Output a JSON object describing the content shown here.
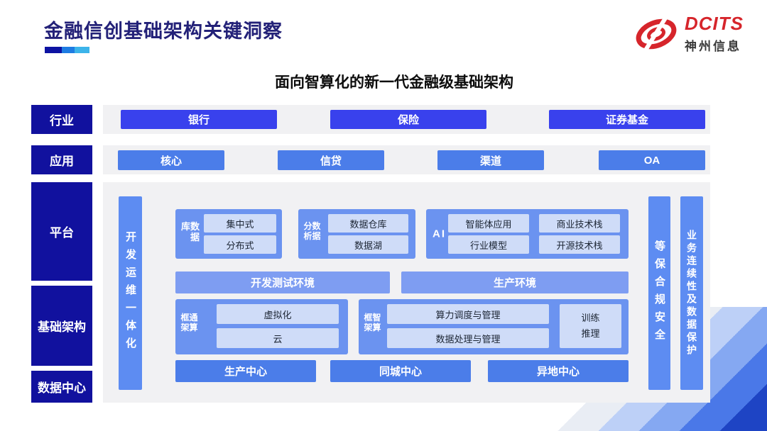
{
  "slide": {
    "title": "金融信创基础架构关键洞察",
    "subtitle": "面向智算化的新一代金融级基础架构",
    "logo": {
      "brand": "DCITS",
      "company": "神州信息"
    }
  },
  "industry_row": {
    "label": "行业",
    "items": [
      "银行",
      "保险",
      "证券基金"
    ]
  },
  "application_row": {
    "label": "应用",
    "items": [
      "核心",
      "信贷",
      "渠道",
      "OA"
    ]
  },
  "side_labels": {
    "platform": "平台",
    "infrastructure": "基础架构",
    "datacenter": "数据中心"
  },
  "pillars": {
    "devops": "开发运维一体化",
    "security": "等保合规安全",
    "continuity": "业务连续性及数据保护"
  },
  "platform_layer": {
    "database": {
      "label": "数据库",
      "items": [
        "集中式",
        "分布式"
      ]
    },
    "analytics": {
      "label": "数据分析",
      "items": [
        "数据仓库",
        "数据湖"
      ]
    },
    "ai": {
      "label": "AI",
      "items": [
        "智能体应用",
        "商业技术栈",
        "行业模型",
        "开源技术栈"
      ]
    },
    "environments": [
      "开发测试环境",
      "生产环境"
    ]
  },
  "infrastructure_layer": {
    "general_compute": {
      "label": "通算框架",
      "items": [
        "虚拟化",
        "云"
      ]
    },
    "intelligent_compute": {
      "label": "智算框架",
      "items": [
        "算力调度与管理",
        "数据处理与管理"
      ],
      "aside": "训练推理"
    }
  },
  "datacenter_layer": {
    "centers": [
      "生产中心",
      "同城中心",
      "异地中心"
    ]
  },
  "colors": {
    "title_navy": "#232178",
    "label_navy": "#11119e",
    "vivid_blue": "#3941ed",
    "medium_blue": "#4b7de9",
    "group_blue": "#6b93f0",
    "pillar_blue": "#5d8cf2",
    "env_blue": "#7e9df2",
    "chip_light": "#cfdcf8",
    "panel_gray": "#f1f1f3",
    "brand_red": "#d6252b"
  }
}
